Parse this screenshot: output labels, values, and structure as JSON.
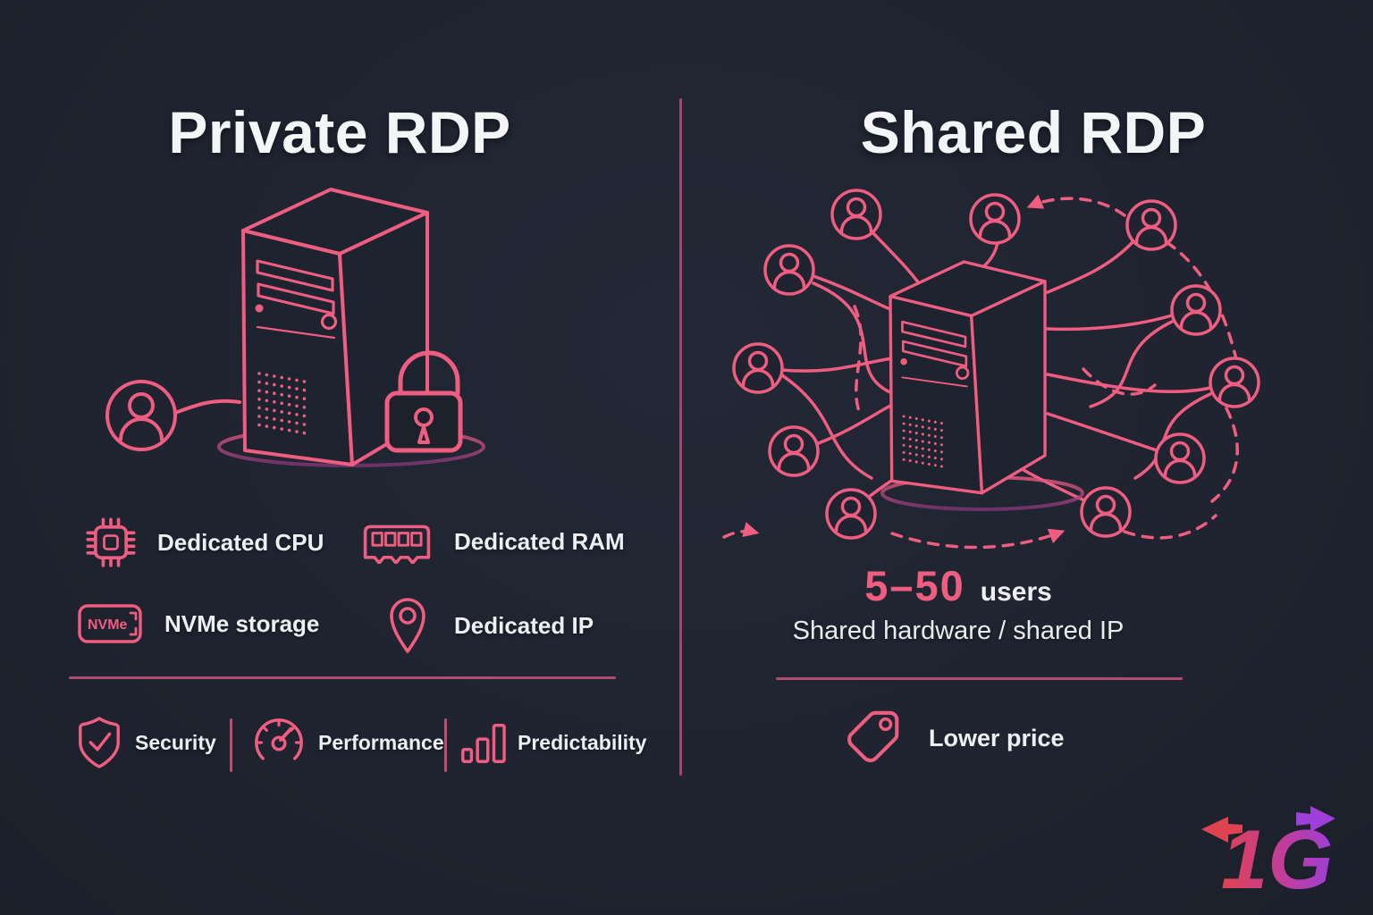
{
  "theme": {
    "bg": "#1f2430",
    "accent": "#ef5d80",
    "accent_dim": "#b04c71",
    "text": "#f2f4f7"
  },
  "left_panel": {
    "title": "Private RDP",
    "features": [
      {
        "icon": "cpu-icon",
        "label": "Dedicated CPU"
      },
      {
        "icon": "ram-icon",
        "label": "Dedicated RAM"
      },
      {
        "icon": "nvme-icon",
        "label": "NVMe storage",
        "badge": "NVMe"
      },
      {
        "icon": "location-pin-icon",
        "label": "Dedicated IP"
      }
    ],
    "qualities": [
      {
        "icon": "shield-check-icon",
        "label": "Security"
      },
      {
        "icon": "speedometer-icon",
        "label": "Performance"
      },
      {
        "icon": "bar-chart-icon",
        "label": "Predictability"
      }
    ]
  },
  "right_panel": {
    "title": "Shared RDP",
    "users_range": "5–50",
    "users_word": "users",
    "subtitle": "Shared hardware / shared IP",
    "benefit": {
      "icon": "price-tag-icon",
      "label": "Lower price"
    }
  },
  "logo": {
    "text": "1G"
  }
}
